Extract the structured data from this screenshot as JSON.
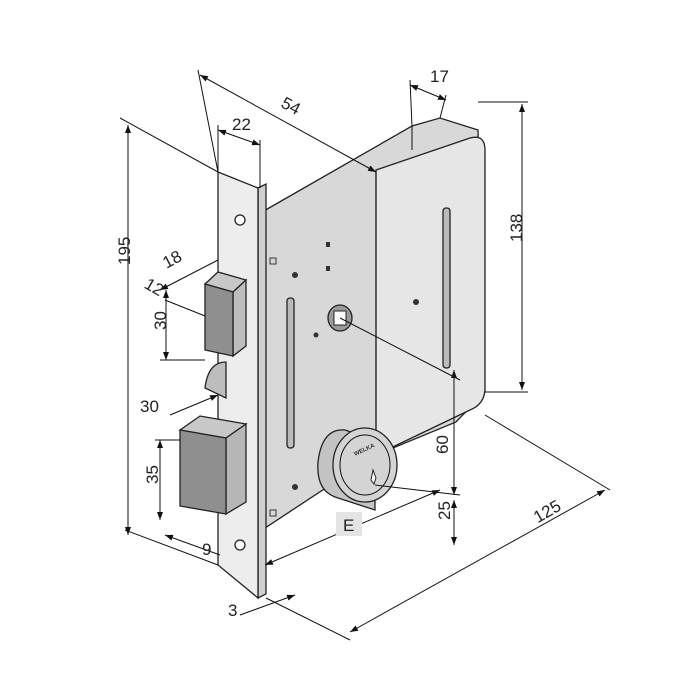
{
  "colors": {
    "case_face": "#dcdcdc",
    "case_cover": "#e6e6e6",
    "faceplate": "#ededed",
    "bolt": "#9a9a9a",
    "cylinder": "#cfcfcf",
    "line": "#111111"
  },
  "cylinder_brand": "WELKA",
  "dimensions": {
    "faceplate_width": "22",
    "case_depth": "54",
    "cover_offset": "17",
    "total_height": "195",
    "latch_projection": "18",
    "latch_offset": "12",
    "latch_height": "30",
    "case_height": "138",
    "deadbolt_gap": "30",
    "deadbolt_height": "35",
    "backset": "60",
    "cylinder_offset": "25",
    "case_length": "125",
    "entry_label": "E",
    "deadbolt_projection": "9",
    "faceplate_thickness": "3"
  }
}
